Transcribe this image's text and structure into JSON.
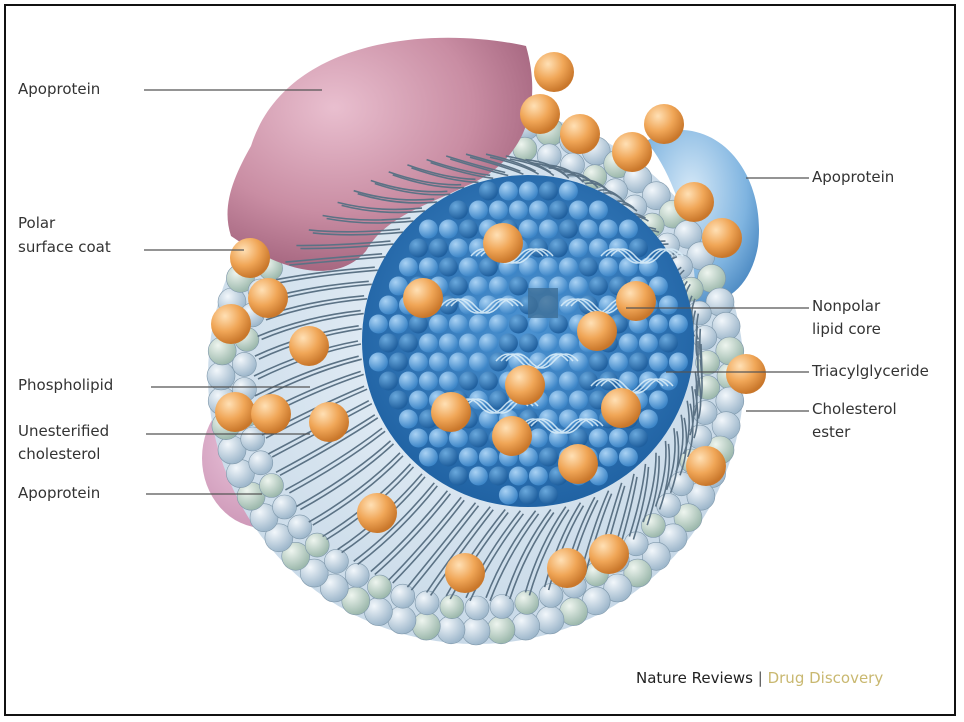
{
  "labels": {
    "apoprotein_top_left": "Apoprotein",
    "apoprotein_right": "Apoprotein",
    "polar_surface_coat_1": "Polar",
    "polar_surface_coat_2": "surface coat",
    "nonpolar_lipid_core_1": "Nonpolar",
    "nonpolar_lipid_core_2": "lipid core",
    "phospholipid": "Phospholipid",
    "triacylglyceride": "Triacylglyceride",
    "unesterified_cholesterol_1": "Unesterified",
    "unesterified_cholesterol_2": "cholesterol",
    "cholesterol_ester_1": "Cholesterol",
    "cholesterol_ester_2": "ester",
    "apoprotein_bottom_left": "Apoprotein"
  },
  "credit": {
    "publication": "Nature Reviews",
    "separator": "|",
    "journal": "Drug Discovery"
  },
  "colors": {
    "apoprotein_pink": "#c98da3",
    "apoprotein_blue": "#7fb4e0",
    "cholesterol_orange": "#f0a657",
    "phospholipid_head": "#b8cfe0",
    "core_blue": "#2f7fc7",
    "journal_color": "#c9b870"
  }
}
